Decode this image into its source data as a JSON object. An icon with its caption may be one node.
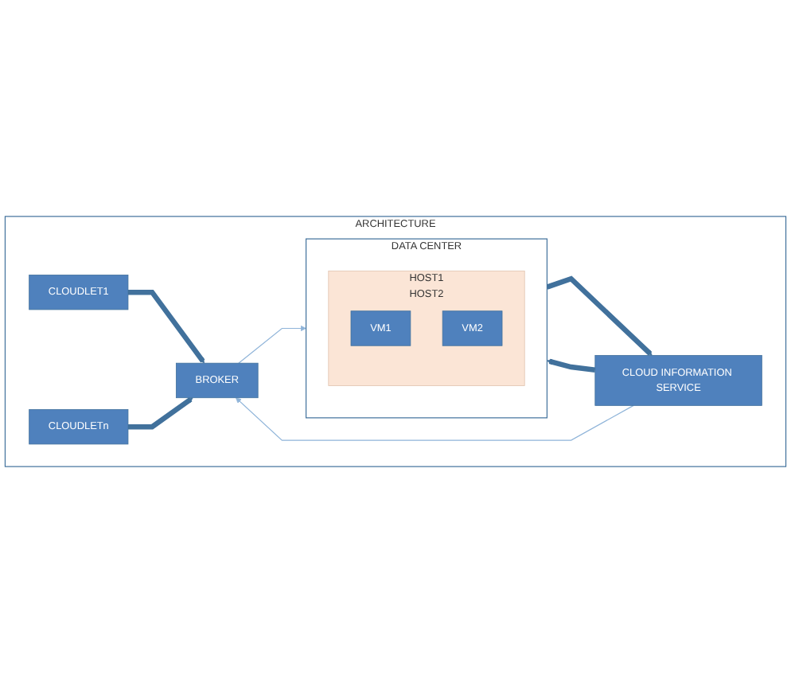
{
  "diagram": {
    "nodes": [
      {
        "text": [
          "ARCHITECTURE"
        ]
      },
      {
        "text": [
          "CLOUDLET1"
        ],
        "in": 0
      },
      {
        "text": [
          "CLOUDLETn"
        ],
        "in": 0
      },
      {
        "text": [
          "CLOUD INFORMATION SERVICE"
        ],
        "in": 0
      },
      {
        "text": [
          "BROKER"
        ],
        "in": 0
      },
      {
        "text": [
          "DATA CENTER"
        ],
        "in": 0
      },
      {
        "text": [
          "HOST1",
          "HOST2"
        ],
        "in": 5
      },
      {
        "text": [
          "VM1"
        ],
        "in": 6
      },
      {
        "text": [
          "VM2"
        ],
        "in": 6
      }
    ],
    "edges": [
      {
        "from": 1,
        "to": 4,
        "arrow": "to"
      },
      {
        "from": 2,
        "to": 4,
        "arrow": "to"
      },
      {
        "from": 3,
        "to": 4,
        "arrow": "to",
        "color": "#8fb4d9"
      },
      {
        "from": 4,
        "to": 5,
        "arrow": "to",
        "color": "#8fb4d9"
      },
      {
        "from": 3,
        "to": 5,
        "arrow": "to"
      },
      {
        "from": 5,
        "to": 3,
        "arrow": "to"
      }
    ]
  }
}
